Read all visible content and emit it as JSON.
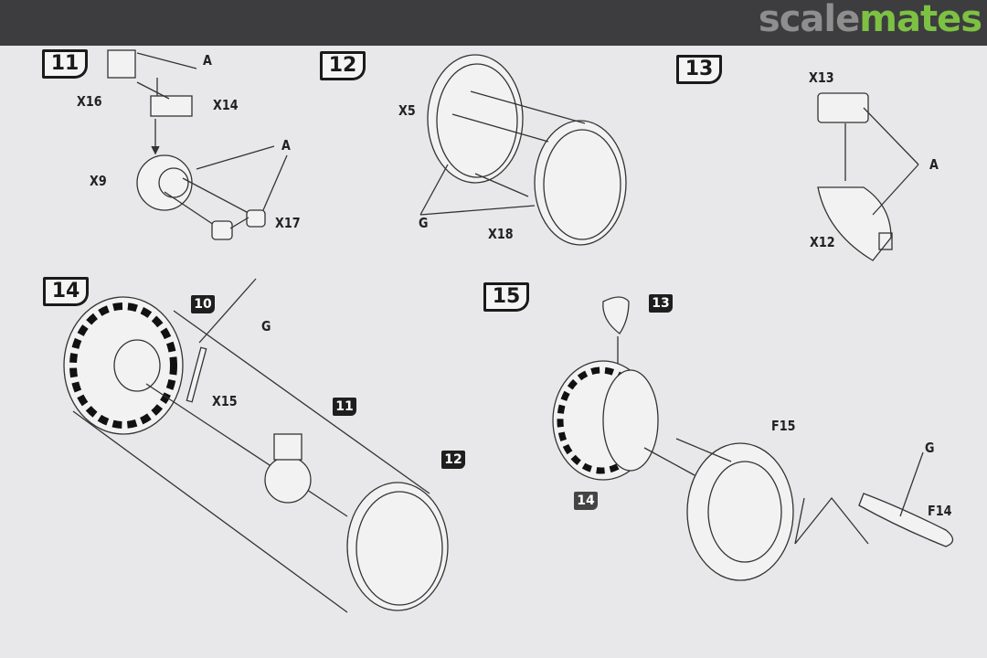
{
  "banner": {
    "logo_part1": "scale",
    "logo_part2": "mates"
  },
  "steps": {
    "s11": {
      "number": "11",
      "labels": [
        "A",
        "X16",
        "X14",
        "A",
        "X9",
        "X17"
      ]
    },
    "s12": {
      "number": "12",
      "labels": [
        "X5",
        "G",
        "X18"
      ]
    },
    "s13": {
      "number": "13",
      "labels": [
        "X13",
        "A",
        "X12"
      ]
    },
    "s14": {
      "number": "14",
      "refs": [
        "10",
        "11",
        "12"
      ],
      "labels": [
        "G",
        "X15"
      ]
    },
    "s15": {
      "number": "15",
      "refs": [
        "13",
        "14"
      ],
      "labels": [
        "F15",
        "G",
        "F14"
      ]
    }
  }
}
